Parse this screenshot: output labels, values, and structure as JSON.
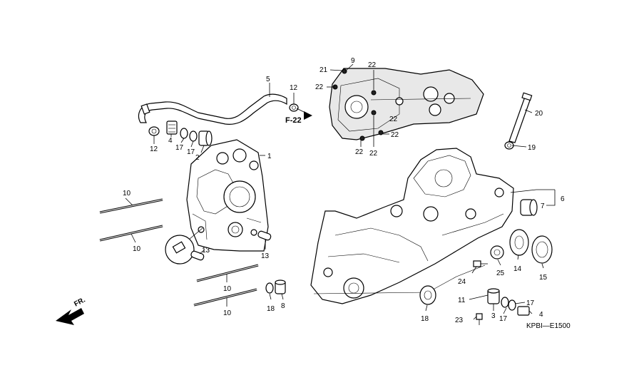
{
  "diagram": {
    "callouts": [
      {
        "id": "c5",
        "text": "5"
      },
      {
        "id": "c12a",
        "text": "12"
      },
      {
        "id": "c12b",
        "text": "12"
      },
      {
        "id": "c4a",
        "text": "4"
      },
      {
        "id": "c17a",
        "text": "17"
      },
      {
        "id": "c17b",
        "text": "17"
      },
      {
        "id": "c2",
        "text": "2"
      },
      {
        "id": "c1",
        "text": "1"
      },
      {
        "id": "c9",
        "text": "9"
      },
      {
        "id": "c21",
        "text": "21"
      },
      {
        "id": "c22a",
        "text": "22"
      },
      {
        "id": "c22b",
        "text": "22"
      },
      {
        "id": "c22c",
        "text": "22"
      },
      {
        "id": "c22d",
        "text": "22"
      },
      {
        "id": "c22e",
        "text": "22"
      },
      {
        "id": "c22f",
        "text": "22"
      },
      {
        "id": "c20",
        "text": "20"
      },
      {
        "id": "c19",
        "text": "19"
      },
      {
        "id": "c6",
        "text": "6"
      },
      {
        "id": "c7",
        "text": "7"
      },
      {
        "id": "c10a",
        "text": "10"
      },
      {
        "id": "c10b",
        "text": "10"
      },
      {
        "id": "c10c",
        "text": "10"
      },
      {
        "id": "c10d",
        "text": "10"
      },
      {
        "id": "c13a",
        "text": "13"
      },
      {
        "id": "c13b",
        "text": "13"
      },
      {
        "id": "c18a",
        "text": "18"
      },
      {
        "id": "c8",
        "text": "8"
      },
      {
        "id": "c24",
        "text": "24"
      },
      {
        "id": "c25",
        "text": "25"
      },
      {
        "id": "c14",
        "text": "14"
      },
      {
        "id": "c15",
        "text": "15"
      },
      {
        "id": "c11",
        "text": "11"
      },
      {
        "id": "c3",
        "text": "3"
      },
      {
        "id": "c17c",
        "text": "17"
      },
      {
        "id": "c17d",
        "text": "17"
      },
      {
        "id": "c4b",
        "text": "4"
      },
      {
        "id": "c23",
        "text": "23"
      },
      {
        "id": "c18b",
        "text": "18"
      }
    ],
    "reference": "F-22",
    "front_marker": "FR.",
    "drawing_code": "KPBI—E1500"
  }
}
